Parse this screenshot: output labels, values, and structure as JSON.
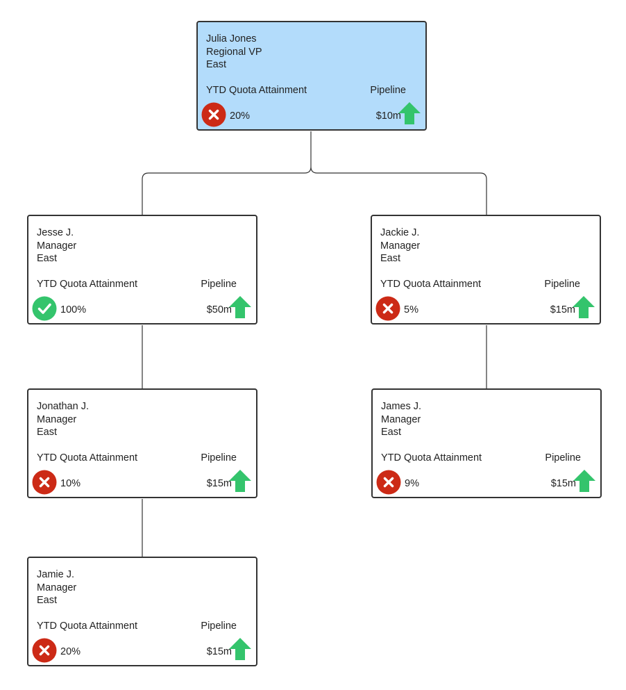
{
  "colors": {
    "root_fill": "#b3dcfb",
    "card_border": "#333333",
    "fail": "#cc2a16",
    "pass": "#34c46c",
    "arrow": "#34c46c",
    "connector": "#333333"
  },
  "labels": {
    "quota": "YTD Quota Attainment",
    "pipeline": "Pipeline"
  },
  "nodes": [
    {
      "id": "julia",
      "name": "Julia Jones",
      "title": "Regional VP",
      "region": "East",
      "quota": "20%",
      "status": "fail",
      "pipeline": "$10m",
      "trend": "up",
      "root": true
    },
    {
      "id": "jesse",
      "name": "Jesse J.",
      "title": "Manager",
      "region": "East",
      "quota": "100%",
      "status": "pass",
      "pipeline": "$50m",
      "trend": "up"
    },
    {
      "id": "jackie",
      "name": "Jackie J.",
      "title": "Manager",
      "region": "East",
      "quota": "5%",
      "status": "fail",
      "pipeline": "$15m",
      "trend": "up"
    },
    {
      "id": "jonathan",
      "name": "Jonathan J.",
      "title": "Manager",
      "region": "East",
      "quota": "10%",
      "status": "fail",
      "pipeline": "$15m",
      "trend": "up"
    },
    {
      "id": "james",
      "name": "James J.",
      "title": "Manager",
      "region": "East",
      "quota": "9%",
      "status": "fail",
      "pipeline": "$15m",
      "trend": "up"
    },
    {
      "id": "jamie",
      "name": "Jamie J.",
      "title": "Manager",
      "region": "East",
      "quota": "20%",
      "status": "fail",
      "pipeline": "$15m",
      "trend": "up"
    }
  ],
  "links": [
    {
      "from": "julia",
      "to": "jesse"
    },
    {
      "from": "julia",
      "to": "jackie"
    },
    {
      "from": "jesse",
      "to": "jonathan"
    },
    {
      "from": "jonathan",
      "to": "jamie"
    },
    {
      "from": "jackie",
      "to": "james"
    }
  ]
}
